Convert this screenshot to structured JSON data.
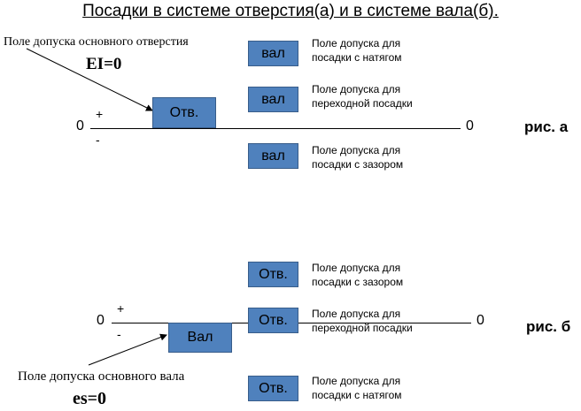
{
  "title": "Посадки в системе отверстия(а) и в системе вала(б).",
  "diagram_a": {
    "base_field_label": "Поле допуска основного отверстия",
    "deviation_label": "EI=0",
    "zero_left": "0",
    "zero_right": "0",
    "plus": "+",
    "minus": "-",
    "base_box": "Отв.",
    "figure_label": "рис. а",
    "fits": [
      {
        "box": "вал",
        "line1": "Поле допуска для",
        "line2": "посадки с натягом"
      },
      {
        "box": "вал",
        "line1": "Поле допуска для",
        "line2": "переходной посадки"
      },
      {
        "box": "вал",
        "line1": "Поле допуска для",
        "line2": "посадки с зазором"
      }
    ]
  },
  "diagram_b": {
    "base_field_label": "Поле допуска основного вала",
    "deviation_label": "es=0",
    "zero_left": "0",
    "zero_right": "0",
    "plus": "+",
    "minus": "-",
    "base_box": "Вал",
    "figure_label": "рис. б",
    "fits": [
      {
        "box": "Отв.",
        "line1": "Поле допуска для",
        "line2": "посадки с зазором"
      },
      {
        "box": "Отв.",
        "line1": "Поле допуска для",
        "line2": "переходной посадки"
      },
      {
        "box": "Отв.",
        "line1": "Поле допуска для",
        "line2": "посадки с натягом"
      }
    ]
  },
  "colors": {
    "box_fill": "#4f81bd",
    "box_border": "#385d8a"
  }
}
